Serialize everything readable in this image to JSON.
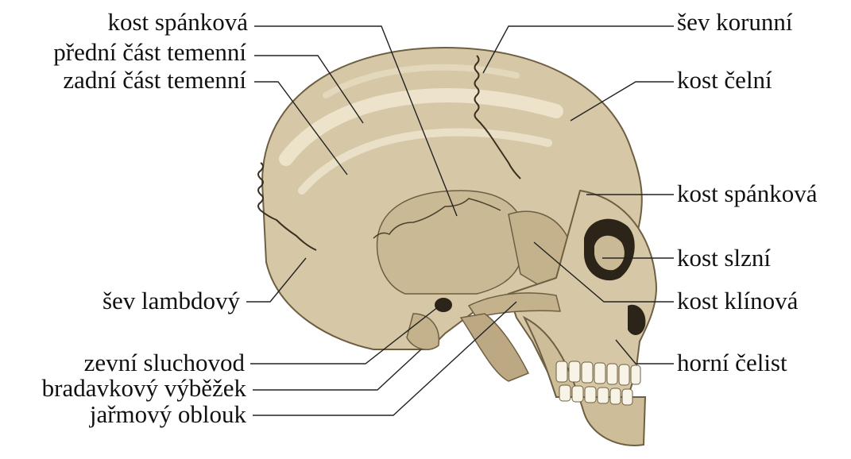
{
  "labels_left": [
    {
      "id": "l1",
      "text": "kost spánková"
    },
    {
      "id": "l2",
      "text": "přední část temenní"
    },
    {
      "id": "l3",
      "text": "zadní část temenní"
    },
    {
      "id": "l4",
      "text": "šev lambdový"
    },
    {
      "id": "l5",
      "text": "zevní sluchovod"
    },
    {
      "id": "l6",
      "text": "bradavkový výběžek"
    },
    {
      "id": "l7",
      "text": "jařmový oblouk"
    }
  ],
  "labels_right": [
    {
      "id": "r1",
      "text": "šev korunní"
    },
    {
      "id": "r2",
      "text": "kost čelní"
    },
    {
      "id": "r3",
      "text": "kost spánková"
    },
    {
      "id": "r4",
      "text": "kost slzní"
    },
    {
      "id": "r5",
      "text": "kost klínová"
    },
    {
      "id": "r6",
      "text": "horní čelist"
    }
  ],
  "colors": {
    "bone": "#d6c8a6",
    "bone_light": "#efe6cf",
    "bone_shadow": "#8c7a5a",
    "dark": "#2c2418",
    "leader": "#222222"
  }
}
